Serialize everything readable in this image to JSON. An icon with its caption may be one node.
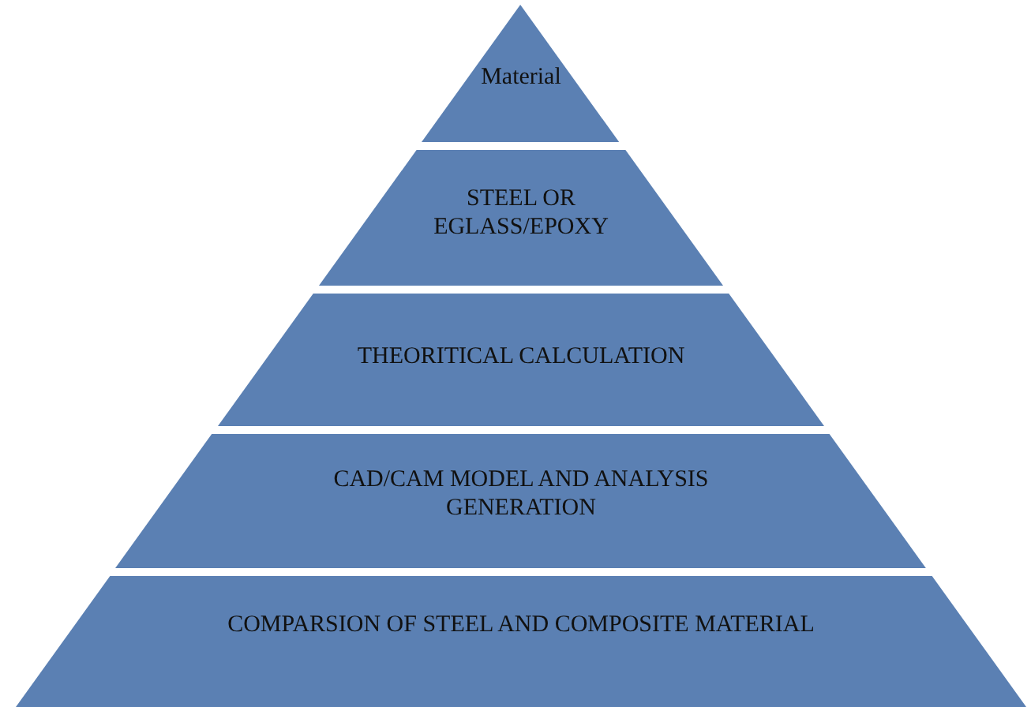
{
  "diagram": {
    "nodes": [
      {
        "text": [
          "Material"
        ]
      },
      {
        "text": [
          "STEEL OR EGLASS/EPOXY"
        ]
      },
      {
        "text": [
          "THEORITICAL CALCULATION"
        ]
      },
      {
        "text": [
          "CAD/CAM MODEL AND ANALYSIS GENERATION"
        ]
      },
      {
        "text": [
          "COMPARSION OF STEEL AND COMPOSITE MATERIAL"
        ]
      }
    ]
  }
}
